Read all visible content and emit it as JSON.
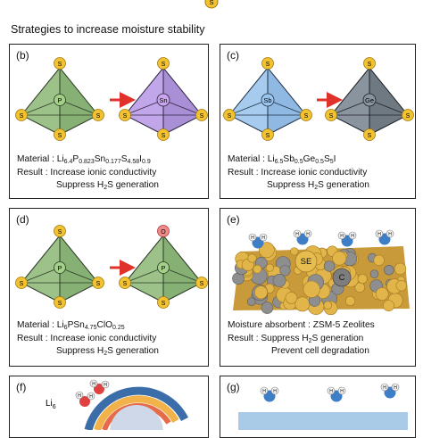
{
  "heading": "Strategies to increase moisture stability",
  "atoms": {
    "s": "S",
    "p": "P",
    "sn": "Sn",
    "sb": "Sb",
    "ge": "Ge",
    "o": "O",
    "se": "SE",
    "c": "C",
    "h": "H"
  },
  "colors": {
    "green": "#9cc28a",
    "purple": "#b79be0",
    "blue": "#9dc2e8",
    "gray": "#7d8791",
    "sulfur": "#f2c230",
    "red_arrow": "#e0312a",
    "oxygen": "#f08a8a"
  },
  "panel_b": {
    "label": "(b)",
    "material_label": "Material : ",
    "formula": [
      [
        "Li",
        "6.4"
      ],
      [
        "P",
        "0.823"
      ],
      [
        "Sn",
        "0.177"
      ],
      [
        "S",
        "4.58"
      ],
      [
        "I",
        "0.9"
      ]
    ],
    "result_label": "Result : ",
    "result_1": "Increase ionic conductivity",
    "result_2_pre": "Suppress H",
    "result_2_sub": "2",
    "result_2_post": "S generation"
  },
  "panel_c": {
    "label": "(c)",
    "material_label": "Material : ",
    "formula": [
      [
        "Li",
        "6.5"
      ],
      [
        "Sb",
        "0.5"
      ],
      [
        "Ge",
        "0.5"
      ],
      [
        "S",
        "5"
      ],
      [
        "I",
        ""
      ]
    ],
    "result_label": "Result : ",
    "result_1": "Increase ionic conductivity",
    "result_2_pre": "Suppress H",
    "result_2_sub": "2",
    "result_2_post": "S generation"
  },
  "panel_d": {
    "label": "(d)",
    "material_label": "Material : ",
    "formula": [
      [
        "Li",
        "6"
      ],
      [
        "PSn",
        "4.75"
      ],
      [
        "ClO",
        "0.25"
      ]
    ],
    "result_label": "Result : ",
    "result_1": "Increase ionic conductivity",
    "result_2_pre": "Suppress H",
    "result_2_sub": "2",
    "result_2_post": "S generation"
  },
  "panel_e": {
    "label": "(e)",
    "line_1": "Moisture absorbent : ZSM-5 Zeolites",
    "result_label": "Result : ",
    "result_1_pre": "Suppress H",
    "result_1_sub": "2",
    "result_1_post": "S generation",
    "result_2": "Prevent cell degradation"
  },
  "panel_f": {
    "label": "(f)",
    "li": "Li",
    "li_sub": "6"
  },
  "panel_g": {
    "label": "(g)"
  }
}
